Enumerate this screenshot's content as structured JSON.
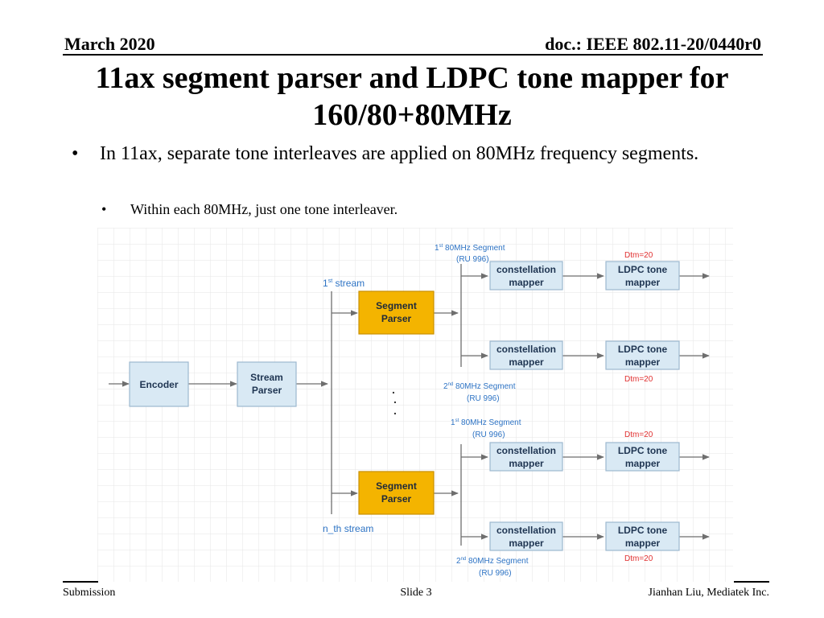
{
  "header": {
    "date": "March 2020",
    "doc": "doc.: IEEE 802.11-20/0440r0"
  },
  "title": {
    "line1": "11ax segment parser and LDPC tone mapper for",
    "line2": "160/80+80MHz"
  },
  "bullets": {
    "main_marker": "•",
    "main": "In 11ax, separate tone interleaves are applied on  80MHz frequency segments.",
    "sub_marker": "•",
    "sub": "Within each 80MHz, just one tone interleaver."
  },
  "diagram": {
    "colors": {
      "blue_box": "#d9e9f4",
      "blue_border": "#9db8cf",
      "orange_box": "#f4b400",
      "orange_border": "#c98f00",
      "label_blue": "#2d73c4",
      "label_red": "#e03030",
      "grid": "#e6e6e6"
    },
    "encoder": "Encoder",
    "stream_parser": [
      "Stream",
      "Parser"
    ],
    "segment_parser": [
      "Segment",
      "Parser"
    ],
    "constellation": [
      "constellation",
      "mapper"
    ],
    "ldpc": [
      "LDPC tone",
      "mapper"
    ],
    "stream_first": {
      "base": "1",
      "sup": "st",
      "rest": " stream"
    },
    "stream_nth": "n_th stream",
    "seg1": {
      "base": "1",
      "sup": "st",
      "rest": " 80MHz Segment",
      "ru": "(RU 996)"
    },
    "seg2": {
      "base": "2",
      "sup": "nd",
      "rest": " 80MHz Segment",
      "ru": "(RU 996)"
    },
    "dtm": "Dtm=20",
    "dot": "."
  },
  "footer": {
    "left": "Submission",
    "center": "Slide 3",
    "right": "Jianhan Liu, Mediatek Inc."
  }
}
